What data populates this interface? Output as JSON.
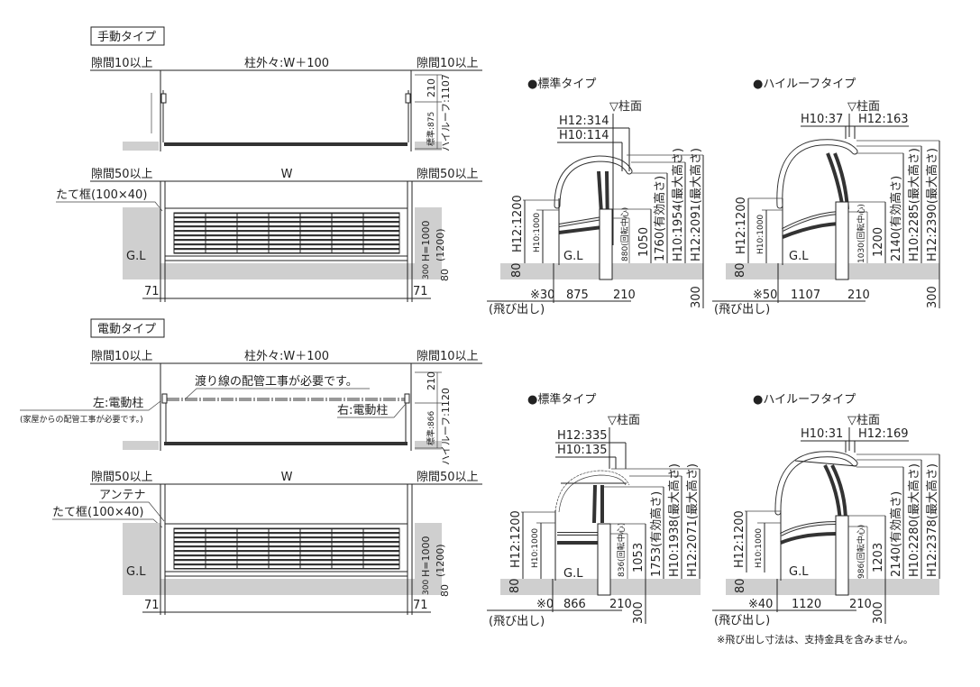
{
  "manual": {
    "title": "手動タイプ",
    "gap_top_left": "隙間10以上",
    "gap_top_right": "隙間10以上",
    "post_outer": "柱外々:W＋100",
    "gap_bottom_left": "隙間50以上",
    "gap_bottom_right": "隙間50以上",
    "width": "W",
    "dim_210": "210",
    "dim_standard": "標準:875",
    "dim_highroof": "ハイルーフ:1107",
    "frame_label": "たて框(100×40)",
    "gl": "G.L",
    "height": "H=1000",
    "height_alt": "(1200)",
    "dim_300": "300",
    "dim_80": "80",
    "dim_71_left": "71",
    "dim_71_right": "71"
  },
  "electric": {
    "title": "電動タイプ",
    "gap_top_left": "隙間10以上",
    "gap_top_right": "隙間10以上",
    "post_outer": "柱外々:W＋100",
    "wiring_note": "渡り線の配管工事が必要です。",
    "left_post": "左:電動柱",
    "left_post_note": "(家屋からの配管工事が必要です。)",
    "right_post": "右:電動柱",
    "gap_bottom_left": "隙間50以上",
    "gap_bottom_right": "隙間50以上",
    "width": "W",
    "dim_210": "210",
    "dim_standard": "標準:866",
    "dim_highroof": "ハイルーフ:1120",
    "antenna": "アンテナ",
    "frame_label": "たて框(100×40)",
    "gl": "G.L",
    "height": "H=1000",
    "height_alt": "(1200)",
    "dim_300": "300",
    "dim_80": "80",
    "dim_71_left": "71",
    "dim_71_right": "71"
  },
  "side_views": [
    {
      "title": "●標準タイプ",
      "column_face": "▽柱面",
      "top_a": "H12:314",
      "top_b": "H10:114",
      "h12": "H12:1200",
      "h10": "H10:1000",
      "gl": "G.L",
      "d80": "80",
      "rot": "880(回転中心)",
      "post_h": "1050",
      "eff": "1760(有効高さ)",
      "max10": "H10:1954(最大高さ)",
      "max12": "H12:2091(最大高さ)",
      "d300": "300",
      "proj": "※30",
      "span": "875",
      "d210": "210",
      "proj_label": "(飛び出し)"
    },
    {
      "title": "●ハイルーフタイプ",
      "column_face": "▽柱面",
      "top_a": "H10:37",
      "top_b": "H12:163",
      "h12": "H12:1200",
      "h10": "H10:1000",
      "gl": "G.L",
      "d80": "80",
      "rot": "1030(回転中心)",
      "post_h": "1200",
      "eff": "2140(有効高さ)",
      "max10": "H10:2285(最大高さ)",
      "max12": "H12:2390(最大高さ)",
      "d300": "300",
      "proj": "※50",
      "span": "1107",
      "d210": "210",
      "proj_label": "(飛び出し)"
    },
    {
      "title": "●標準タイプ",
      "column_face": "▽柱面",
      "top_a": "H12:335",
      "top_b": "H10:135",
      "h12": "H12:1200",
      "h10": "H10:1000",
      "gl": "G.L",
      "d80": "80",
      "rot": "836(回転中心)",
      "post_h": "1053",
      "eff": "1753(有効高さ)",
      "max10": "H10:1938(最大高さ)",
      "max12": "H12:2071(最大高さ)",
      "d300": "300",
      "proj": "※0",
      "span": "866",
      "d210": "210",
      "proj_label": "(飛び出し)"
    },
    {
      "title": "●ハイルーフタイプ",
      "column_face": "▽柱面",
      "top_a": "H10:31",
      "top_b": "H12:169",
      "h12": "H12:1200",
      "h10": "H10:1000",
      "gl": "G.L",
      "d80": "80",
      "rot": "986(回転中心)",
      "post_h": "1203",
      "eff": "2140(有効高さ)",
      "max10": "H10:2280(最大高さ)",
      "max12": "H12:2378(最大高さ)",
      "d300": "300",
      "proj": "※40",
      "span": "1120",
      "d210": "210",
      "proj_label": "(飛び出し)"
    }
  ],
  "footnote": "※飛び出し寸法は、支持金具を含みません。"
}
